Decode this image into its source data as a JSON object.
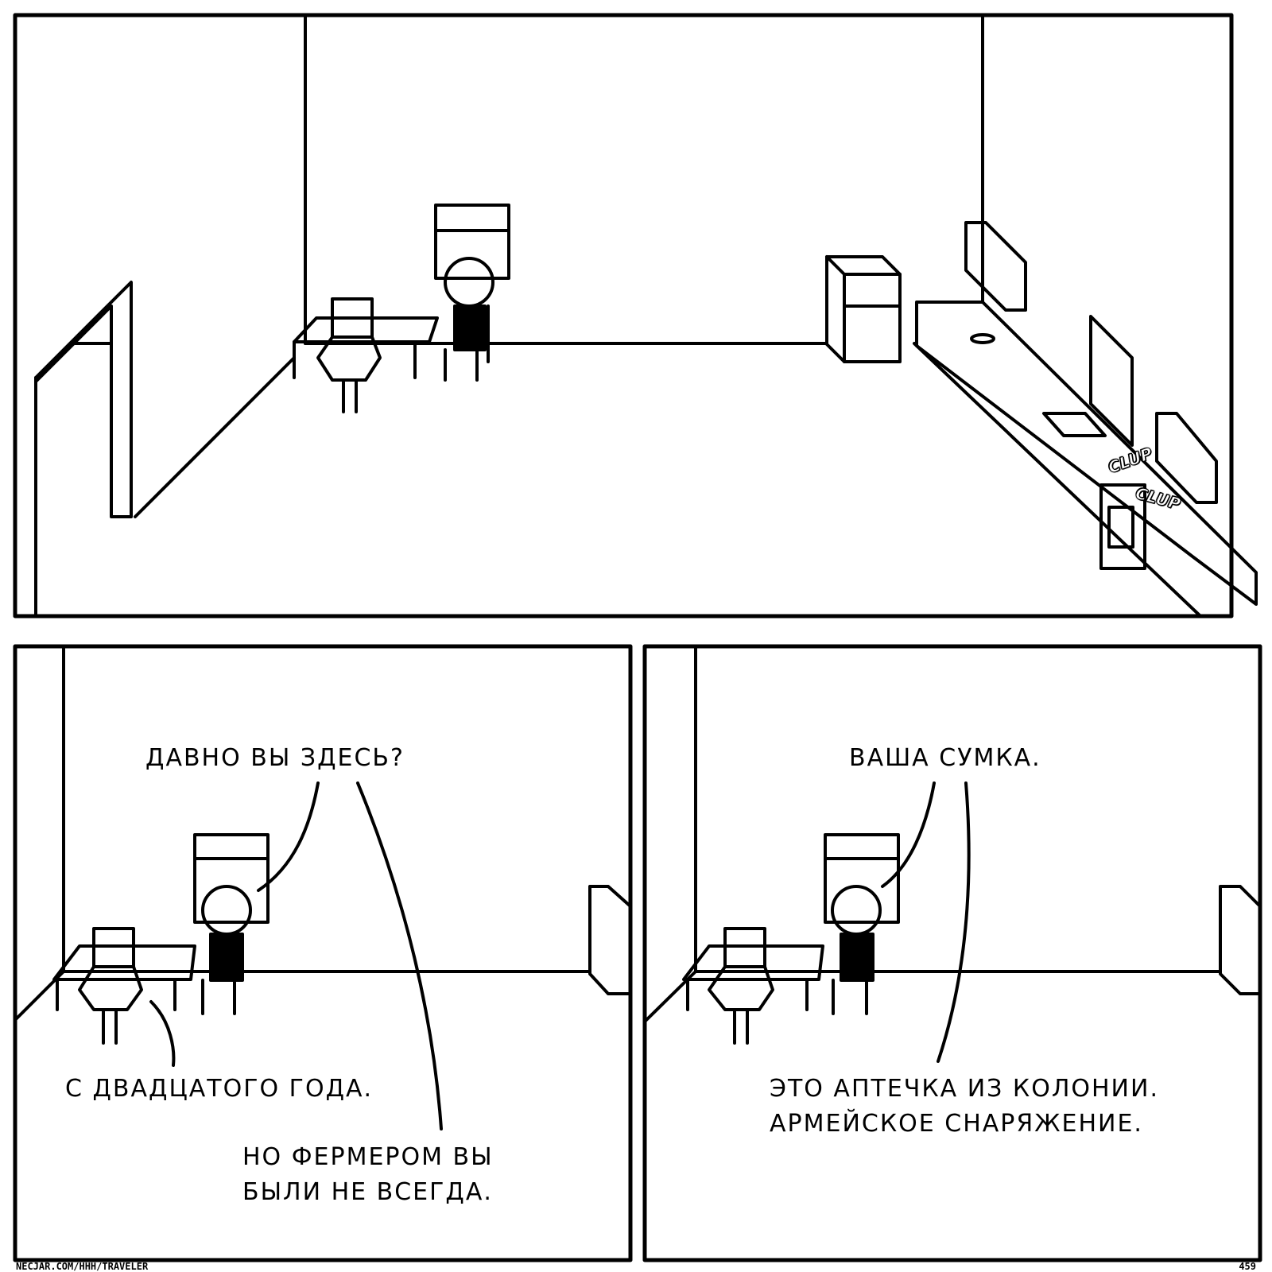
{
  "panels": [
    {
      "sfx": [
        "CLUP",
        "CLUP"
      ]
    },
    {
      "dialogue": [
        "ДАВНО ВЫ ЗДЕСЬ?",
        "С ДВАДЦАТОГО ГОДА.",
        "НО ФЕРМЕРОМ ВЫ\nБЫЛИ НЕ ВСЕГДА."
      ]
    },
    {
      "dialogue": [
        "ВАША СУМКА.",
        "ЭТО АПТЕЧКА ИЗ КОЛОНИИ.\nАРМЕЙСКОЕ СНАРЯЖЕНИЕ."
      ]
    }
  ],
  "footer": {
    "url": "NECJAR.COM/HHH/TRAVELER",
    "page_number": "459"
  }
}
